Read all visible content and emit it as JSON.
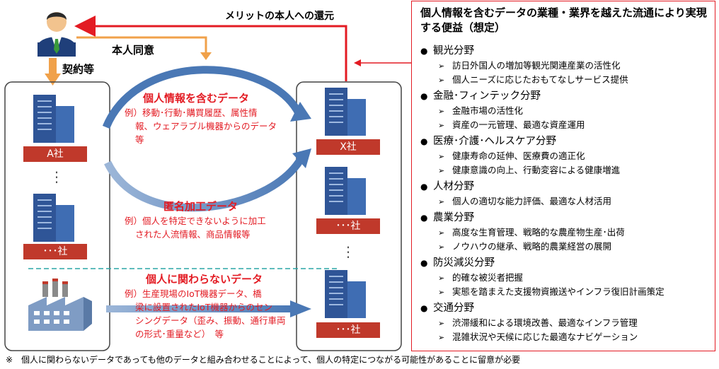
{
  "flow": {
    "return_label": "メリットの本人への還元",
    "consent_label": "本人同意",
    "contract_label": "契約等"
  },
  "companies": {
    "a": "A社",
    "other_left": "･･･社",
    "x": "X社",
    "other_right_1": "･･･社",
    "other_right_2": "･･･社",
    "dots": "⋮"
  },
  "personal": {
    "title": "個人情報を含むデータ",
    "lines": [
      "例）移動･行動･購買履歴、属性情",
      "報、ウェアラブル機器からのデータ",
      "等"
    ]
  },
  "anonymized": {
    "title": "匿名加工データ",
    "lines": [
      "例）個人を特定できないように加工",
      "された人流情報、商品情報等"
    ]
  },
  "nonpersonal": {
    "title": "個人に関わらないデータ",
    "lines": [
      "例）生産現場のIoT機器データ、橋",
      "梁に設置されたIoT機器からのセン",
      "シングデータ（歪み、振動、通行車両",
      "の形式･重量など）　等"
    ]
  },
  "panel": {
    "title": "個人情報を含むデータの業種・業界を越えた流通により実現する便益（想定）",
    "categories": [
      {
        "name": "観光分野",
        "items": [
          "訪日外国人の増加等観光関連産業の活性化",
          "個人ニーズに応じたおもてなしサービス提供"
        ]
      },
      {
        "name": "金融･フィンテック分野",
        "items": [
          "金融市場の活性化",
          "資産の一元管理、最適な資産運用"
        ]
      },
      {
        "name": "医療･介護･ヘルスケア分野",
        "items": [
          "健康寿命の延伸、医療費の適正化",
          "健康意識の向上、行動変容による健康増進"
        ]
      },
      {
        "name": "人材分野",
        "items": [
          "個人の適切な能力評価、最適な人材活用"
        ]
      },
      {
        "name": "農業分野",
        "items": [
          "高度な生育管理、戦略的な農産物生産･出荷",
          "ノウハウの継承、戦略的農業経営の展開"
        ]
      },
      {
        "name": "防災減災分野",
        "items": [
          "的確な被災者把握",
          "実態を踏まえた支援物資搬送やインフラ復旧計画策定"
        ]
      },
      {
        "name": "交通分野",
        "items": [
          "渋滞緩和による環境改善、最適なインフラ管理",
          "混雑状況や天候に応じた最適なナビゲーション"
        ]
      }
    ],
    "bullet": "●",
    "chevron": "➢"
  },
  "footnote": "※　個人に関わらないデータであっても他のデータと組み合わせることによって、個人の特定につながる可能性があることに留意が必要",
  "colors": {
    "accent_red": "#e31b23",
    "band_red": "#c0392b",
    "arrow_blue": "#4a78b5",
    "arrow_orange": "#f0a14a"
  }
}
